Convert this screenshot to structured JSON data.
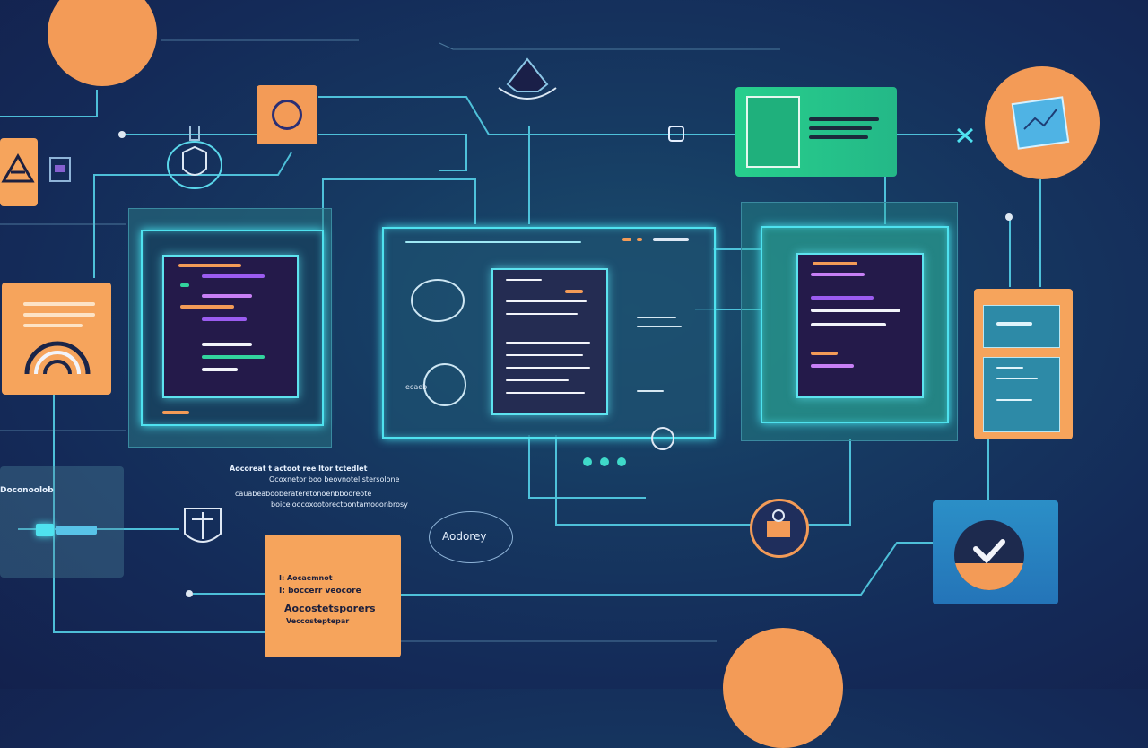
{
  "colors": {
    "background": "#142a58",
    "accent_orange": "#f39b57",
    "wire_cyan": "#4fe2ef",
    "green": "#27cf8d",
    "blue_tile": "#2b8fc7"
  },
  "texts": {
    "center_caption_line1": "Aocoreat t actoot ree ltor tctedlet",
    "center_caption_line2": "Ocoxnetor boo beovnotel stersolone",
    "center_caption_line3": "cauabeabooberateretonoenbbooreote",
    "center_caption_line4": "boiceloocoxootorectoontamooonbrosy",
    "left_panel_label": "Doconoolob",
    "badge_label": "Aodorey",
    "orange_card_line1": "I: Aocaemnot",
    "orange_card_line2": "I: boccerr veocore",
    "orange_card_line3": "Aocostetsporers",
    "orange_card_line4": "Veccosteptepar",
    "small_label": "ecaeb"
  },
  "icons": {
    "top_left_warning": "warning-triangle-icon",
    "wifi": "wifi-signal-icon",
    "shield": "shield-icon",
    "brain": "brain-icon",
    "check": "check-icon",
    "robot": "robot-icon",
    "ship": "ship-icon",
    "pin": "pin-icon",
    "chart": "chart-icon",
    "mailbox": "mailbox-icon"
  }
}
